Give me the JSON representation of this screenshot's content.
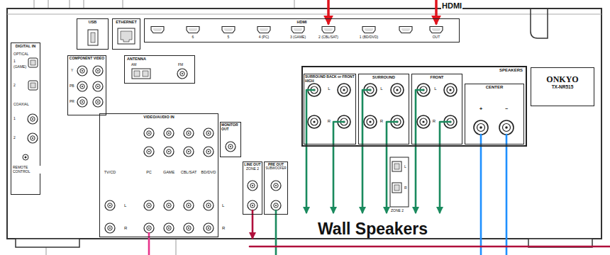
{
  "diagram": {
    "nodes": [
      {
        "text": [
          "USB"
        ]
      },
      {
        "text": [
          "ETHERNET"
        ]
      },
      {
        "text": [
          "HDMI"
        ]
      },
      {
        "text": [
          "DIGITAL IN"
        ]
      },
      {
        "text": [
          "COMPONENT VIDEO"
        ]
      },
      {
        "text": [
          "ANTENNA"
        ]
      },
      {
        "text": [
          "VIDEO/AUDIO IN"
        ]
      },
      {
        "text": [
          "MONITOR OUT"
        ]
      },
      {
        "text": [
          "LINE OUT",
          "ZONE 2"
        ]
      },
      {
        "text": [
          "PRE OUT",
          "SUBWOOFER"
        ]
      },
      {
        "text": [
          "SPEAKERS"
        ]
      },
      {
        "text": [
          "SURROUND BACK or FRONT HIGH"
        ],
        "in": 10
      },
      {
        "text": [
          "SURROUND"
        ],
        "in": 10
      },
      {
        "text": [
          "FRONT"
        ],
        "in": 10
      },
      {
        "text": [
          "CENTER"
        ],
        "in": 10
      },
      {
        "text": [
          "ONKYO",
          "TX-NR515"
        ]
      }
    ],
    "labels": [
      "HDMI",
      "OPTICAL",
      "1",
      "(GAME)",
      "2",
      "COAXIAL",
      "1",
      "2",
      "REMOTE CONTROL",
      "Y",
      "PB",
      "PR",
      "AM",
      "FM",
      "6",
      "5",
      "4 (PC)",
      "3 (GAME)",
      "2 (CBL/SAT)",
      "1 (BD/DVD)",
      "OUT",
      "TV/CD",
      "PC",
      "GAME",
      "CBL/SAT",
      "BD/DVD",
      "L",
      "R",
      "L",
      "R",
      "L",
      "R",
      "L",
      "R",
      "L",
      "R",
      "+",
      "−",
      "L",
      "R",
      "ZONE 2",
      "Wall Speakers"
    ]
  }
}
